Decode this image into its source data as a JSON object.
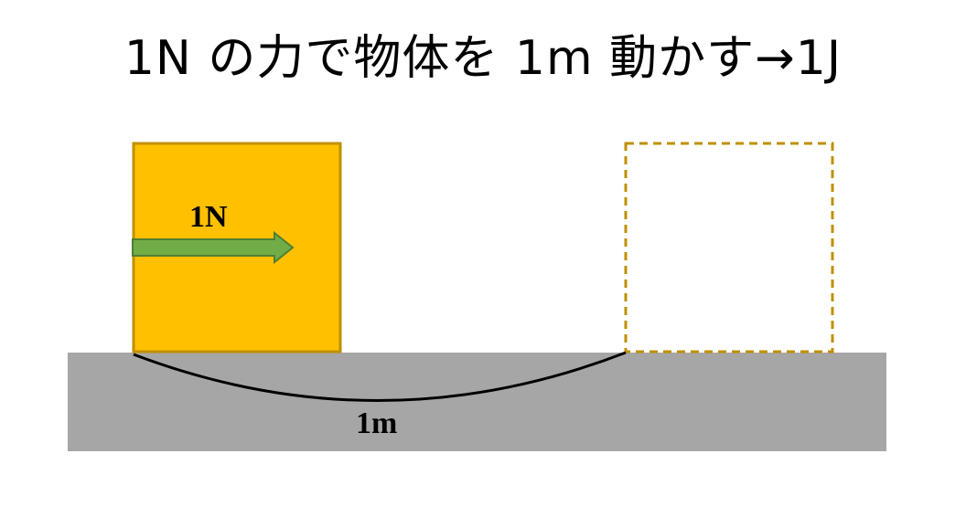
{
  "title": "1N の力で物体を 1m 動かす→1J",
  "diagram": {
    "force_label": "1N",
    "distance_label": "1m"
  },
  "colors": {
    "ground": "#a6a6a6",
    "box_fill": "#ffc000",
    "box_border": "#bf9000",
    "arrow_fill": "#70ad47",
    "arrow_border": "#507e32",
    "dashed_border": "#bf9000",
    "arc": "#000000"
  }
}
